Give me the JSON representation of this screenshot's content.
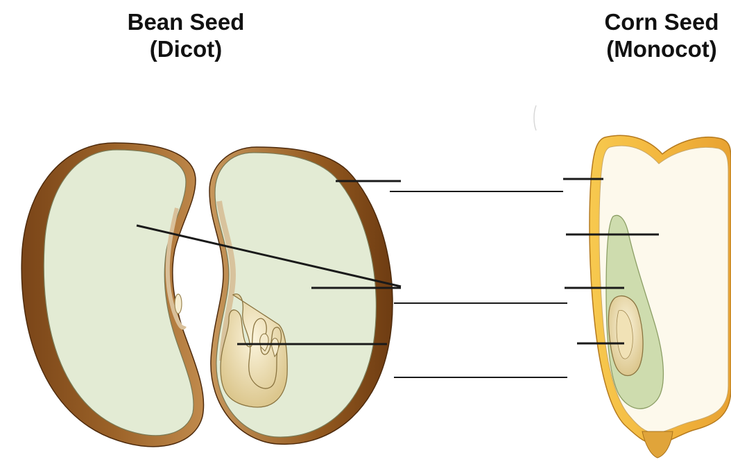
{
  "bean_seed": {
    "title_line1": "Bean Seed",
    "title_line2": "(Dicot)"
  },
  "corn_seed": {
    "title_line1": "Corn Seed",
    "title_line2": "(Monocot)"
  },
  "colors": {
    "seed_coat_brown": "#8a5220",
    "cotyledon_green": "#e3ebd4",
    "embryo_cream": "#ece0b8",
    "corn_hull_orange": "#f0b84a",
    "corn_endosperm": "#fdf9ec",
    "corn_embryo_green": "#c9d9a8",
    "label_line": "#1a1a1a"
  },
  "answer_blanks": [
    "",
    "",
    ""
  ]
}
